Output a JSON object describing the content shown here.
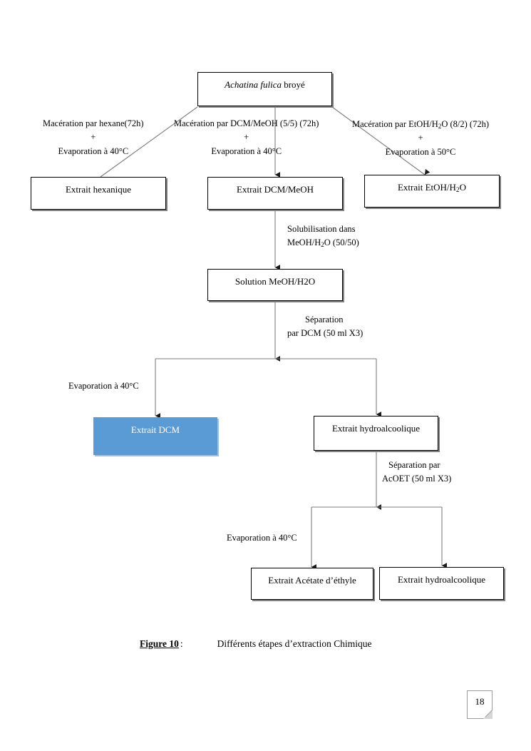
{
  "document": {
    "page_number": "18",
    "caption": {
      "figure_label": "Figure 10",
      "separator": ":",
      "text": "Différents étapes d’extraction Chimique"
    }
  },
  "colors": {
    "highlight_fill": "#5b9bd5",
    "highlight_text": "#ffffff",
    "box_border": "#000000",
    "box_shadow": "#808080",
    "connector": "#808080",
    "text": "#000000"
  },
  "diagram": {
    "type": "flowchart",
    "title": "Différents étapes d’extraction Chimique",
    "nodes": {
      "source": {
        "name_italic": "Achatina fulica",
        "name_rest": "broyé"
      },
      "extrait_hexanique": {
        "label": "Extrait hexanique"
      },
      "extrait_dcm_meoh": {
        "label": "Extrait DCM/MeOH"
      },
      "extrait_etoh_h2o": {
        "label_pre": "Extrait EtOH/H",
        "label_sub": "2",
        "label_post": "O"
      },
      "solution_meoh_h2o": {
        "label": "Solution MeOH/H2O"
      },
      "extrait_dcm": {
        "label": "Extrait DCM",
        "highlighted": true
      },
      "extrait_hydroalcoolique_1": {
        "label": "Extrait hydroalcoolique"
      },
      "extrait_acetate_ethyle": {
        "label": "Extrait Acétate d’éthyle"
      },
      "extrait_hydroalcoolique_2": {
        "label": "Extrait hydroalcoolique"
      }
    },
    "edge_labels": {
      "hexane": {
        "line1": "Macération par hexane(72h)",
        "line2": "+",
        "line3": "Evaporation à 40°C"
      },
      "dcm_meoh": {
        "line1": "Macération par DCM/MeOH (5/5) (72h)",
        "line2": "+",
        "line3": "Evaporation à 40°C"
      },
      "etoh": {
        "line1_pre": "Macération par EtOH/H",
        "line1_sub": "2",
        "line1_post": "O (8/2) (72h)",
        "line2": "+",
        "line3": "Evaporation à 50°C"
      },
      "solubilisation": {
        "line1": "Solubilisation dans",
        "line2_pre": "MeOH/H",
        "line2_sub": "2",
        "line2_post": "O (50/50)"
      },
      "separation_dcm": {
        "line1": "Séparation",
        "line2": "par DCM (50 ml X3)"
      },
      "evaporation_40_left": {
        "line1": "Evaporation à 40°C"
      },
      "separation_acoet": {
        "line1": "Séparation par",
        "line2": "AcOET (50 ml X3)"
      },
      "evaporation_40_bottom": {
        "line1": "Evaporation à 40°C"
      }
    }
  }
}
